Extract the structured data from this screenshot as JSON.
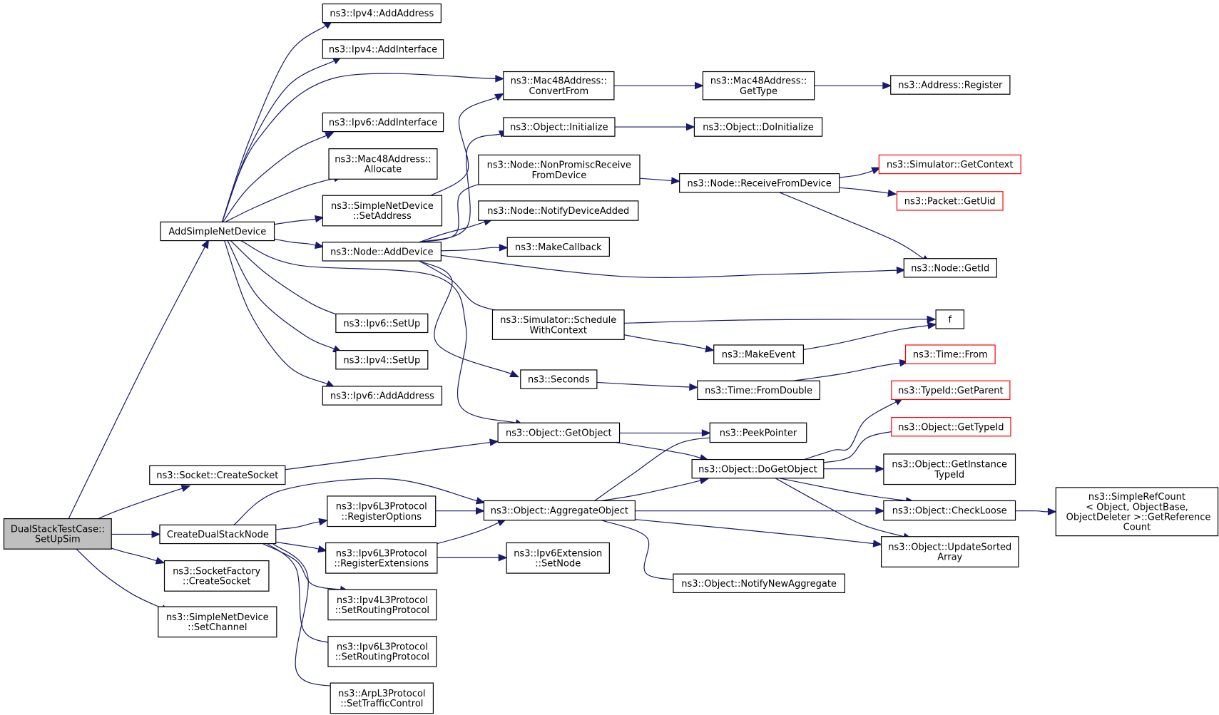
{
  "diagram": {
    "colors": {
      "edge": "#191970",
      "root_fill": "#bfbfbf",
      "node_border": "#000000",
      "truncated_border": "#ff0000"
    },
    "nodes": [
      {
        "id": "dualstack",
        "lines": [
          "DualStackTestCase::",
          "SetUpSim"
        ],
        "style": "root"
      },
      {
        "id": "addsimplenet",
        "lines": [
          "AddSimpleNetDevice"
        ]
      },
      {
        "id": "createsocket",
        "lines": [
          "ns3::Socket::CreateSocket"
        ]
      },
      {
        "id": "createdualstack",
        "lines": [
          "CreateDualStackNode"
        ]
      },
      {
        "id": "sockfactory",
        "lines": [
          "ns3::SocketFactory",
          "::CreateSocket"
        ]
      },
      {
        "id": "setchannel",
        "lines": [
          "ns3::SimpleNetDevice",
          "::SetChannel"
        ]
      },
      {
        "id": "ipv4addaddr",
        "lines": [
          "ns3::Ipv4::AddAddress"
        ]
      },
      {
        "id": "ipv4addif",
        "lines": [
          "ns3::Ipv4::AddInterface"
        ]
      },
      {
        "id": "ipv6addif",
        "lines": [
          "ns3::Ipv6::AddInterface"
        ]
      },
      {
        "id": "macalloc",
        "lines": [
          "ns3::Mac48Address::",
          "Allocate"
        ]
      },
      {
        "id": "snsetaddr",
        "lines": [
          "ns3::SimpleNetDevice",
          "::SetAddress"
        ]
      },
      {
        "id": "nodeadddev",
        "lines": [
          "ns3::Node::AddDevice"
        ]
      },
      {
        "id": "ipv6setup",
        "lines": [
          "ns3::Ipv6::SetUp"
        ]
      },
      {
        "id": "ipv4setup",
        "lines": [
          "ns3::Ipv4::SetUp"
        ]
      },
      {
        "id": "ipv6addaddr",
        "lines": [
          "ns3::Ipv6::AddAddress"
        ]
      },
      {
        "id": "ipv6l3regopt",
        "lines": [
          "ns3::Ipv6L3Protocol",
          "::RegisterOptions"
        ]
      },
      {
        "id": "ipv6l3regext",
        "lines": [
          "ns3::Ipv6L3Protocol",
          "::RegisterExtensions"
        ]
      },
      {
        "id": "ipv4l3setrp",
        "lines": [
          "ns3::Ipv4L3Protocol",
          "::SetRoutingProtocol"
        ]
      },
      {
        "id": "ipv6l3setrp",
        "lines": [
          "ns3::Ipv6L3Protocol",
          "::SetRoutingProtocol"
        ]
      },
      {
        "id": "arpsettc",
        "lines": [
          "ns3::ArpL3Protocol",
          "::SetTrafficControl"
        ]
      },
      {
        "id": "macconvert",
        "lines": [
          "ns3::Mac48Address::",
          "ConvertFrom"
        ]
      },
      {
        "id": "objinit",
        "lines": [
          "ns3::Object::Initialize"
        ]
      },
      {
        "id": "nodenonprom",
        "lines": [
          "ns3::Node::NonPromiscReceive",
          "FromDevice"
        ]
      },
      {
        "id": "nodenotify",
        "lines": [
          "ns3::Node::NotifyDeviceAdded"
        ]
      },
      {
        "id": "makecallback",
        "lines": [
          "ns3::MakeCallback"
        ]
      },
      {
        "id": "simsched",
        "lines": [
          "ns3::Simulator::Schedule",
          "WithContext"
        ]
      },
      {
        "id": "seconds",
        "lines": [
          "ns3::Seconds"
        ]
      },
      {
        "id": "objgetobj",
        "lines": [
          "ns3::Object::GetObject"
        ]
      },
      {
        "id": "objaggr",
        "lines": [
          "ns3::Object::AggregateObject"
        ]
      },
      {
        "id": "ipv6extsetnode",
        "lines": [
          "ns3::Ipv6Extension",
          "::SetNode"
        ]
      },
      {
        "id": "macgettype",
        "lines": [
          "ns3::Mac48Address::",
          "GetType"
        ]
      },
      {
        "id": "objdoinit",
        "lines": [
          "ns3::Object::DoInitialize"
        ]
      },
      {
        "id": "nodercvfromdev",
        "lines": [
          "ns3::Node::ReceiveFromDevice"
        ]
      },
      {
        "id": "makeevent",
        "lines": [
          "ns3::MakeEvent"
        ]
      },
      {
        "id": "timefromdouble",
        "lines": [
          "ns3::Time::FromDouble"
        ]
      },
      {
        "id": "peekpointer",
        "lines": [
          "ns3::PeekPointer"
        ]
      },
      {
        "id": "objdogetobj",
        "lines": [
          "ns3::Object::DoGetObject"
        ]
      },
      {
        "id": "objnotifyaggr",
        "lines": [
          "ns3::Object::NotifyNewAggregate"
        ]
      },
      {
        "id": "addrregister",
        "lines": [
          "ns3::Address::Register"
        ]
      },
      {
        "id": "simgetctx",
        "lines": [
          "ns3::Simulator::GetContext"
        ],
        "style": "red"
      },
      {
        "id": "pktgetuid",
        "lines": [
          "ns3::Packet::GetUid"
        ],
        "style": "red"
      },
      {
        "id": "nodegetid",
        "lines": [
          "ns3::Node::GetId"
        ]
      },
      {
        "id": "f",
        "lines": [
          "f"
        ]
      },
      {
        "id": "timefrom",
        "lines": [
          "ns3::Time::From"
        ],
        "style": "red"
      },
      {
        "id": "typeidgetparent",
        "lines": [
          "ns3::TypeId::GetParent"
        ],
        "style": "red"
      },
      {
        "id": "objgettypeid",
        "lines": [
          "ns3::Object::GetTypeId"
        ],
        "style": "red"
      },
      {
        "id": "objgetinsttypeid",
        "lines": [
          "ns3::Object::GetInstance",
          "TypeId"
        ]
      },
      {
        "id": "objcheckloose",
        "lines": [
          "ns3::Object::CheckLoose"
        ]
      },
      {
        "id": "objupdsorted",
        "lines": [
          "ns3::Object::UpdateSorted",
          "Array"
        ]
      },
      {
        "id": "simplerefcount",
        "lines": [
          "ns3::SimpleRefCount",
          "< Object, ObjectBase,",
          " ObjectDeleter >::GetReference",
          "Count"
        ]
      }
    ],
    "edges": [
      [
        "dualstack",
        "addsimplenet"
      ],
      [
        "dualstack",
        "createsocket"
      ],
      [
        "dualstack",
        "createdualstack"
      ],
      [
        "dualstack",
        "sockfactory"
      ],
      [
        "dualstack",
        "setchannel"
      ],
      [
        "addsimplenet",
        "ipv4addaddr"
      ],
      [
        "addsimplenet",
        "ipv4addif"
      ],
      [
        "addsimplenet",
        "macconvert"
      ],
      [
        "addsimplenet",
        "ipv6addif"
      ],
      [
        "addsimplenet",
        "macalloc"
      ],
      [
        "addsimplenet",
        "snsetaddr"
      ],
      [
        "addsimplenet",
        "nodeadddev"
      ],
      [
        "addsimplenet",
        "objgetobj"
      ],
      [
        "addsimplenet",
        "ipv6setup"
      ],
      [
        "addsimplenet",
        "ipv4setup"
      ],
      [
        "addsimplenet",
        "ipv6addaddr"
      ],
      [
        "snsetaddr",
        "macconvert"
      ],
      [
        "nodeadddev",
        "objinit"
      ],
      [
        "nodeadddev",
        "nodenonprom"
      ],
      [
        "nodeadddev",
        "nodenotify"
      ],
      [
        "nodeadddev",
        "makecallback"
      ],
      [
        "nodeadddev",
        "nodegetid"
      ],
      [
        "nodeadddev",
        "simsched"
      ],
      [
        "nodeadddev",
        "seconds"
      ],
      [
        "macconvert",
        "macgettype"
      ],
      [
        "macgettype",
        "addrregister"
      ],
      [
        "objinit",
        "objdoinit"
      ],
      [
        "nodenonprom",
        "nodercvfromdev"
      ],
      [
        "nodercvfromdev",
        "simgetctx"
      ],
      [
        "nodercvfromdev",
        "pktgetuid"
      ],
      [
        "nodercvfromdev",
        "nodegetid"
      ],
      [
        "simsched",
        "f"
      ],
      [
        "simsched",
        "makeevent"
      ],
      [
        "makeevent",
        "f"
      ],
      [
        "seconds",
        "timefromdouble"
      ],
      [
        "timefromdouble",
        "timefrom"
      ],
      [
        "createsocket",
        "objgetobj"
      ],
      [
        "objgetobj",
        "peekpointer"
      ],
      [
        "objgetobj",
        "objdogetobj"
      ],
      [
        "createdualstack",
        "objaggr"
      ],
      [
        "createdualstack",
        "ipv6l3regopt"
      ],
      [
        "createdualstack",
        "ipv6l3regext"
      ],
      [
        "createdualstack",
        "ipv4l3setrp"
      ],
      [
        "createdualstack",
        "ipv6l3setrp"
      ],
      [
        "createdualstack",
        "arpsettc"
      ],
      [
        "ipv6l3regopt",
        "objaggr"
      ],
      [
        "ipv6l3regext",
        "objaggr"
      ],
      [
        "ipv6l3regext",
        "ipv6extsetnode"
      ],
      [
        "objaggr",
        "peekpointer"
      ],
      [
        "objaggr",
        "objdogetobj"
      ],
      [
        "objaggr",
        "objcheckloose"
      ],
      [
        "objaggr",
        "objupdsorted"
      ],
      [
        "objaggr",
        "objnotifyaggr"
      ],
      [
        "objdogetobj",
        "typeidgetparent"
      ],
      [
        "objdogetobj",
        "objgettypeid"
      ],
      [
        "objdogetobj",
        "objgetinsttypeid"
      ],
      [
        "objdogetobj",
        "objcheckloose"
      ],
      [
        "objdogetobj",
        "objupdsorted"
      ],
      [
        "objcheckloose",
        "simplerefcount"
      ]
    ]
  }
}
